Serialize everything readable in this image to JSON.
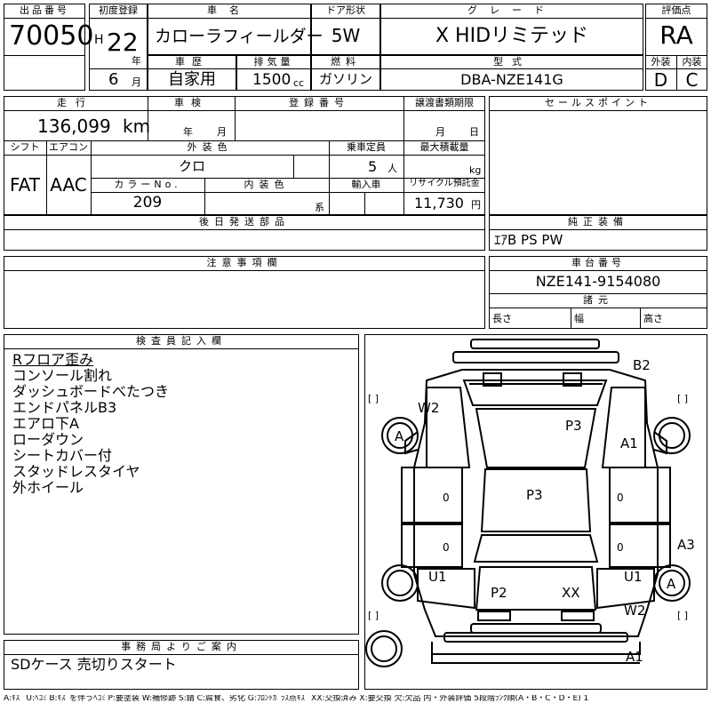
{
  "header": {
    "lot_no_label": "出品番号",
    "lot_no": "70050",
    "first_reg_label": "初度登録",
    "era": "H",
    "year": "22",
    "year_unit": "年",
    "month": "6",
    "month_unit": "月",
    "car_name_label": "車名",
    "car_name": "カローラフィールダー",
    "door_label": "ドア形状",
    "door": "5W",
    "grade_label": "グレード",
    "grade": "X HIDリミテッド",
    "score_label": "評価点",
    "score": "RA",
    "history_label": "車歴",
    "history": "自家用",
    "displacement_label": "排気量",
    "displacement": "1500",
    "displacement_unit": "cc",
    "fuel_label": "燃料",
    "fuel": "ガソリン",
    "model_label": "型式",
    "model": "DBA-NZE141G",
    "ext_label": "外装",
    "ext_grade": "D",
    "int_label": "内装",
    "int_grade": "C"
  },
  "specs": {
    "mileage_label": "走行",
    "mileage": "136,099",
    "mileage_unit": "km",
    "inspection_label": "車検",
    "inspection_year_unit": "年",
    "inspection_month_unit": "月",
    "reg_no_label": "登録番号",
    "transfer_label": "譲渡書類期限",
    "transfer_month_unit": "月",
    "transfer_day_unit": "日",
    "shift_label": "シフト",
    "shift": "FAT",
    "ac_label": "エアコン",
    "ac": "AAC",
    "color_label": "外装色",
    "color": "クロ",
    "capacity_label": "乗車定員",
    "capacity": "5",
    "capacity_unit": "人",
    "load_label": "最大積載量",
    "load_unit": "kg",
    "color_no_label": "カラーNo.",
    "color_no": "209",
    "int_color_label": "内装色",
    "int_color_unit": "系",
    "import_label": "輸入車",
    "recycle_label": "リサイクル預託金",
    "recycle": "11,730",
    "recycle_unit": "円"
  },
  "sales_points_label": "セールスポイント",
  "later_parts_label": "後日発送部品",
  "equipment_label": "純正装備",
  "equipment": "ｴｱB PS PW",
  "caution_label": "注意事項欄",
  "chassis_label": "車台番号",
  "chassis": "NZE141-9154080",
  "dims_label": "諸元",
  "length_label": "長さ",
  "width_label": "幅",
  "height_label": "高さ",
  "inspector_label": "検査員記入欄",
  "inspector_notes": [
    "Rフロア歪み",
    "コンソール割れ",
    "ダッシュボードべたつき",
    "エンドパネルB3",
    "エアロ下A",
    "ローダウン",
    "シートカバー付",
    "スタッドレスタイヤ",
    "外ホイール"
  ],
  "office_label": "事務局よりご案内",
  "office_note": "SDケース 売切りスタート",
  "diagram_marks": {
    "b2": "B2",
    "w2_top": "W2",
    "a_left": "A",
    "p3_top": "P3",
    "a1_right": "A1",
    "p3_center": "P3",
    "zero_left_1": "0",
    "zero_right_1": "0",
    "zero_left_2": "0",
    "zero_right_2": "0",
    "a3": "A3",
    "u1_left": "U1",
    "u1_right": "U1",
    "a_right": "A",
    "p2": "P2",
    "xx": "XX",
    "w2_bottom": "W2",
    "a1_bottom": "A1",
    "bracket": "[  ]"
  },
  "legend": "A:ｷｽﾞ U:ﾍｺﾐ B:ｷｽﾞを伴うﾍｺﾐ P:要塗装 W:補修跡 S:錆 C:腐食、劣化 G:ﾌﾛﾝﾄｶﾞﾗｽ点ｷｽﾞ XX:交換済み X:要交換 欠:欠品 内・外装評価 5段階ﾗﾝｸ順(A・B・C・D・E) 1"
}
